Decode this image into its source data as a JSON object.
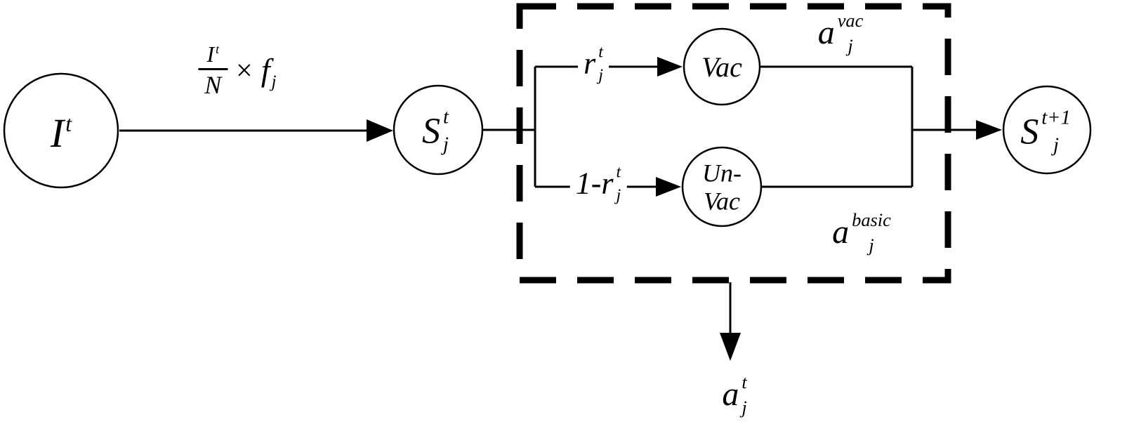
{
  "diagram": {
    "colors": {
      "stroke": "#000000",
      "background": "#ffffff"
    },
    "nodes": {
      "infected": {
        "base": "I",
        "sup": "t"
      },
      "susceptible_t": {
        "base": "S",
        "sub": "j",
        "sup": "t"
      },
      "vac": {
        "label": "Vac"
      },
      "unvac": {
        "line1": "Un-",
        "line2": "Vac"
      },
      "susceptible_t1": {
        "base": "S",
        "sub": "j",
        "sup": "t+1"
      }
    },
    "edges": {
      "infection_rate": {
        "frac_num_base": "I",
        "frac_num_sup": "t",
        "frac_den": "N",
        "times": "×",
        "factor_base": "f",
        "factor_sub": "j"
      },
      "vac_rate": {
        "base": "r",
        "sub": "j",
        "sup": "t"
      },
      "unvac_rate": {
        "prefix": "1-",
        "base": "r",
        "sub": "j",
        "sup": "t"
      },
      "activity_vac": {
        "base": "a",
        "sub": "j",
        "sup": "vac"
      },
      "activity_basic": {
        "base": "a",
        "sub": "j",
        "sup": "basic"
      },
      "activity_out": {
        "base": "a",
        "sub": "j",
        "sup": "t"
      }
    }
  }
}
